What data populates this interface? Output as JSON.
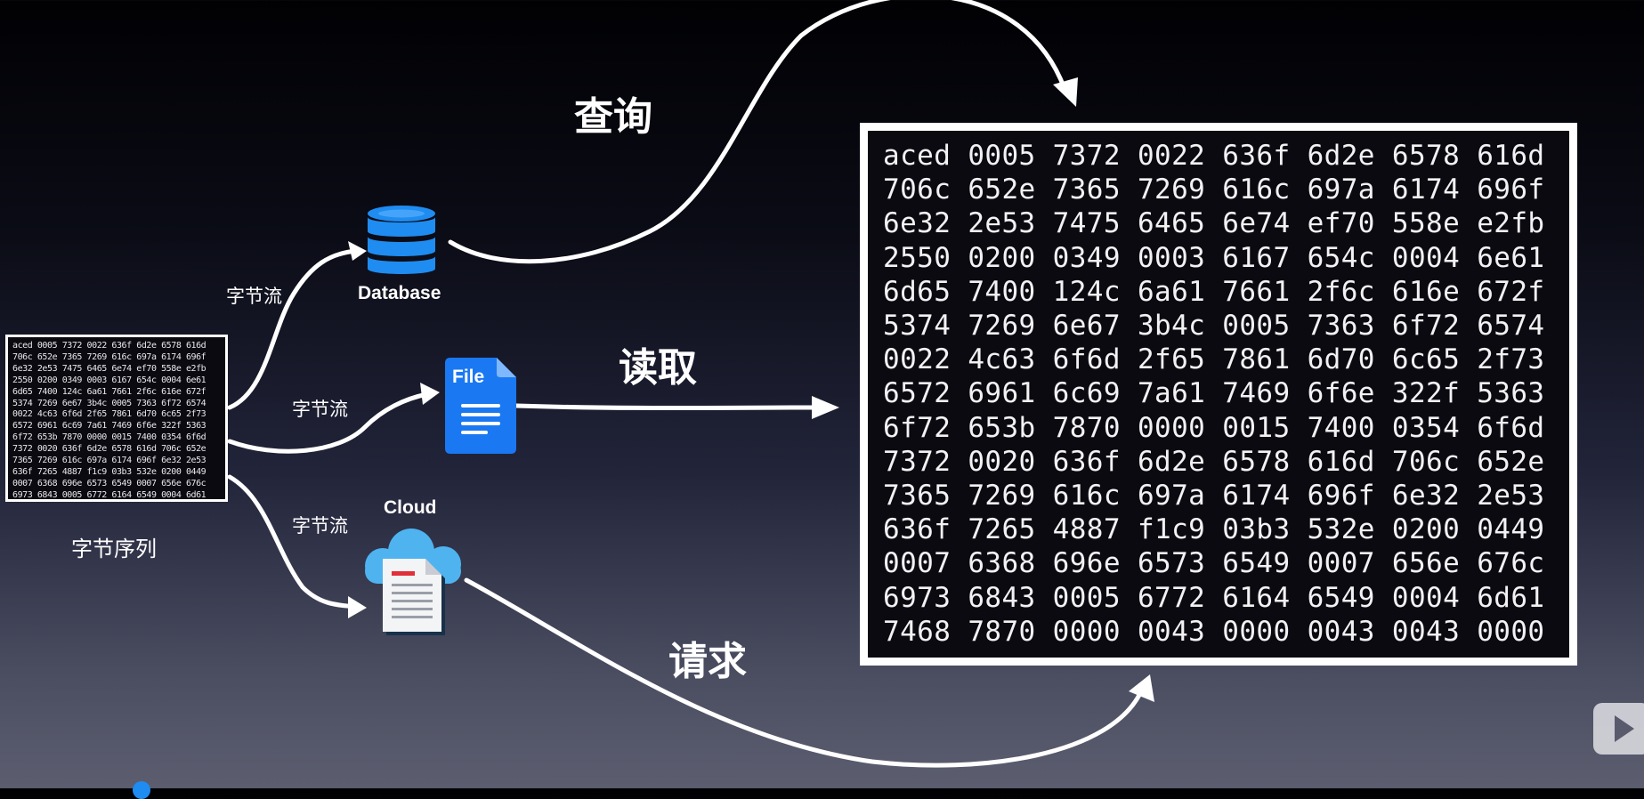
{
  "source": {
    "caption": "字节序列",
    "rows": [
      "aced 0005 7372 0022 636f 6d2e 6578 616d",
      "706c 652e 7365 7269 616c 697a 6174 696f",
      "6e32 2e53 7475 6465 6e74 ef70 558e e2fb",
      "2550 0200 0349 0003 6167 654c 0004 6e61",
      "6d65 7400 124c 6a61 7661 2f6c 616e 672f",
      "5374 7269 6e67 3b4c 0005 7363 6f72 6574",
      "0022 4c63 6f6d 2f65 7861 6d70 6c65 2f73",
      "6572 6961 6c69 7a61 7469 6f6e 322f 5363",
      "6f72 653b 7870 0000 0015 7400 0354 6f6d",
      "7372 0020 636f 6d2e 6578 616d 706c 652e",
      "7365 7269 616c 697a 6174 696f 6e32 2e53",
      "636f 7265 4887 f1c9 03b3 532e 0200 0449",
      "0007 6368 696e 6573 6549 0007 656e 676c",
      "6973 6843 0005 6772 6164 6549 0004 6d61",
      "7468 7870 0000 0043 0000 0043 0043 0000"
    ]
  },
  "edges": {
    "to_database": "字节流",
    "to_file": "字节流",
    "to_cloud": "字节流"
  },
  "targets": {
    "database": {
      "label": "Database",
      "icon": "database-icon",
      "color": "#1e8cf0"
    },
    "file": {
      "label": "File",
      "icon": "file-icon",
      "color": "#1a78f2"
    },
    "cloud": {
      "label": "Cloud",
      "icon": "cloud-document-icon",
      "color": "#4fb3f0"
    }
  },
  "actions": {
    "query": "查询",
    "read": "读取",
    "request": "请求"
  },
  "result": {
    "rows": [
      "aced 0005 7372 0022 636f 6d2e 6578 616d",
      "706c 652e 7365 7269 616c 697a 6174 696f",
      "6e32 2e53 7475 6465 6e74 ef70 558e e2fb",
      "2550 0200 0349 0003 6167 654c 0004 6e61",
      "6d65 7400 124c 6a61 7661 2f6c 616e 672f",
      "5374 7269 6e67 3b4c 0005 7363 6f72 6574",
      "0022 4c63 6f6d 2f65 7861 6d70 6c65 2f73",
      "6572 6961 6c69 7a61 7469 6f6e 322f 5363",
      "6f72 653b 7870 0000 0015 7400 0354 6f6d",
      "7372 0020 636f 6d2e 6578 616d 706c 652e",
      "7365 7269 616c 697a 6174 696f 6e32 2e53",
      "636f 7265 4887 f1c9 03b3 532e 0200 0449",
      "0007 6368 696e 6573 6549 0007 656e 676c",
      "6973 6843 0005 6772 6164 6549 0004 6d61",
      "7468 7870 0000 0043 0000 0043 0043 0000"
    ]
  },
  "watermark": {
    "icon": "bilibili-tv-icon"
  }
}
